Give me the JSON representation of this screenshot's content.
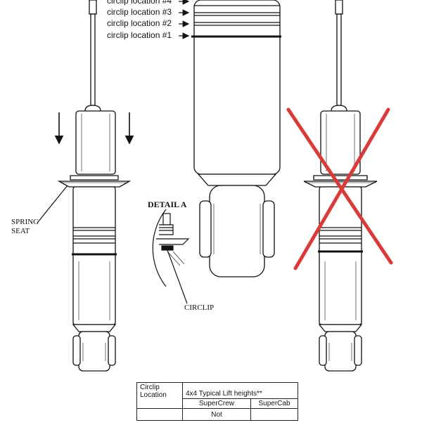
{
  "circlip_labels": [
    "circlip location #4",
    "circlip location #3",
    "circlip location #2",
    "circlip location #1"
  ],
  "spring_seat_label": [
    "SPRING",
    "SEAT"
  ],
  "detail_title": "DETAIL A",
  "circlip_callout": "CIRCLIP",
  "table": {
    "header_col1": [
      "Circlip",
      "Location"
    ],
    "header_main": "4x4 Typical Lift heights**",
    "sub_headers": [
      "SuperCrew",
      "SuperCab"
    ],
    "row1": [
      "",
      "Not",
      ""
    ]
  },
  "colors": {
    "line": "#111111",
    "cross": "#d93a3a",
    "background": "#ffffff"
  },
  "icons": [
    "down-arrow-icon",
    "right-arrow-icon",
    "cross-out-mark"
  ]
}
